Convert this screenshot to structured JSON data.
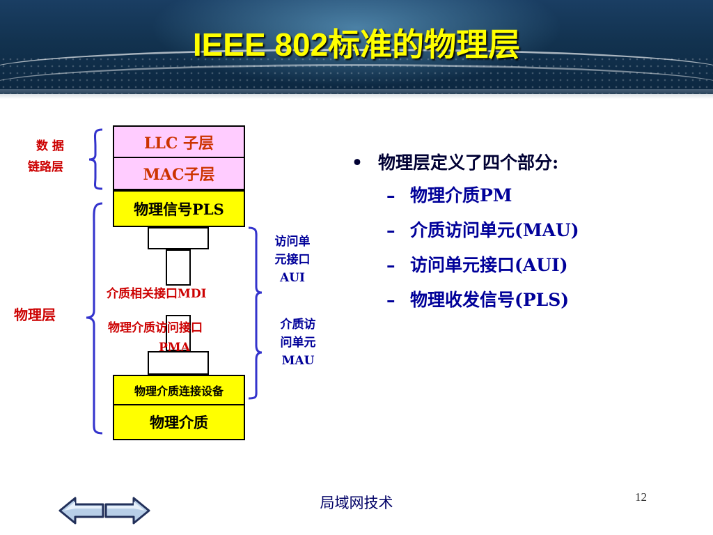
{
  "slide": {
    "title": "IEEE 802标准的物理层",
    "footer": "局域网技术",
    "page_number": "12"
  },
  "diagram": {
    "stack_boxes": {
      "llc": "LLC 子层",
      "mac": "MAC子层",
      "pls": "物理信号PLS",
      "pmcd": "物理介质连接设备",
      "pm": "物理介质"
    },
    "left_labels": {
      "data_link_line1": "数 据",
      "data_link_line2": "链路层",
      "physical": "物理层"
    },
    "inline_labels": {
      "mdi": "介质相关接口MDI",
      "pma_line1": "物理介质访问接口",
      "pma_line2": "PMA"
    },
    "right_labels": {
      "aui_line1": "访问单",
      "aui_line2": "元接口",
      "aui_line3": "AUI",
      "mau_line1": "介质访",
      "mau_line2": "问单元",
      "mau_line3": "MAU"
    }
  },
  "bullets": {
    "main": "物理层定义了四个部分:",
    "main_marker": "•",
    "sub_marker": "–",
    "items": [
      "物理介质PM",
      "介质访问单元(MAU)",
      "访问单元接口(AUI)",
      "物理收发信号(PLS)"
    ]
  },
  "colors": {
    "title": "#ffff00",
    "banner": "#12324f",
    "pink_box": "#ffccff",
    "yellow_box": "#ffff00",
    "label_red": "#cc0000",
    "label_blue": "#000099",
    "nav_arrow": "#b8cfe8"
  },
  "icons": {
    "prev": "left-arrow-icon",
    "next": "right-arrow-icon"
  }
}
